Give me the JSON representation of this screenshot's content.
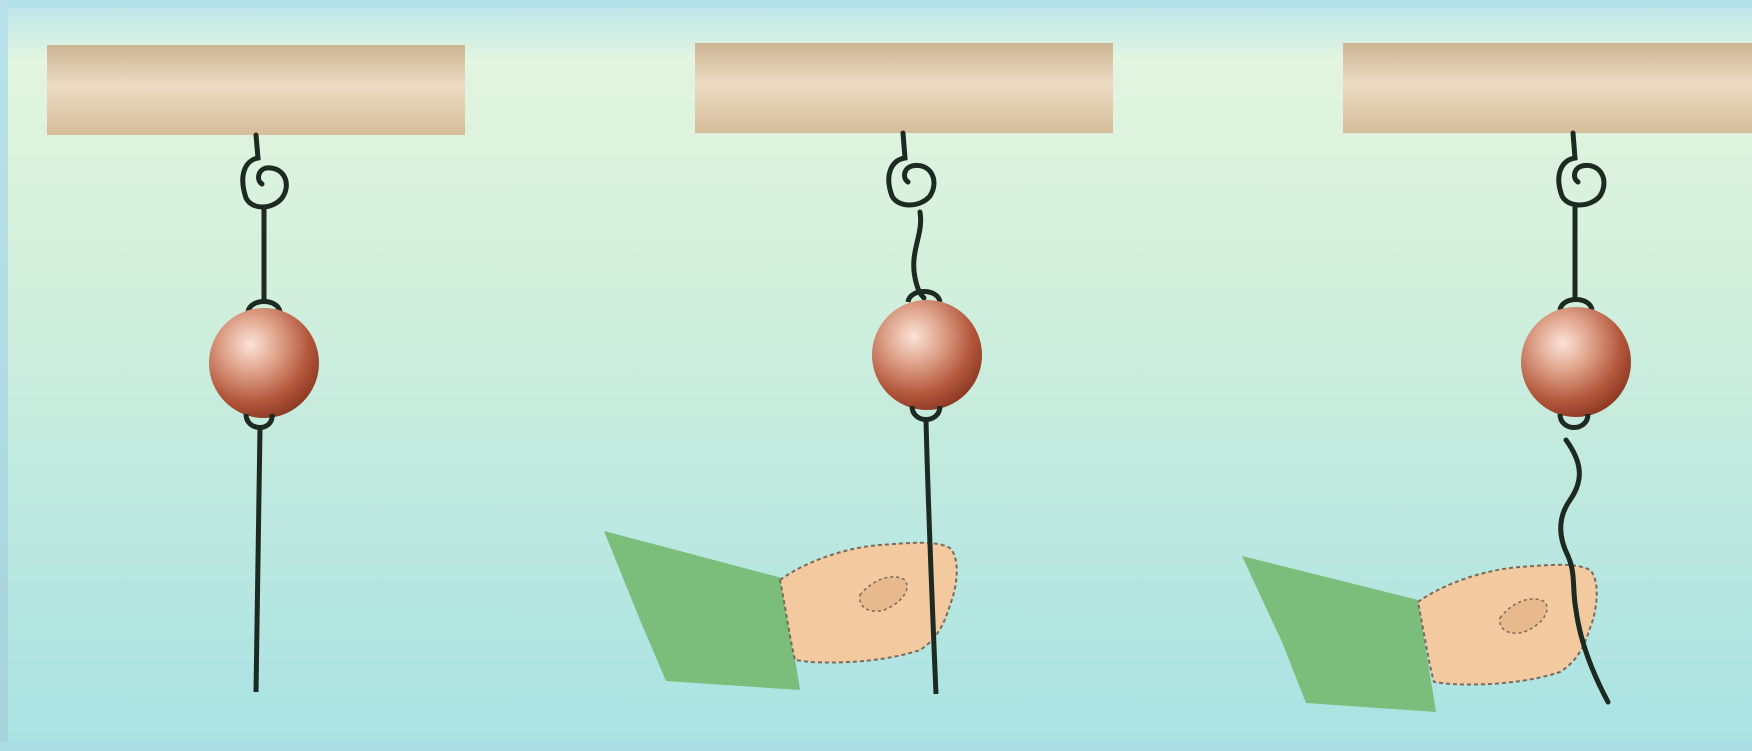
{
  "diagram": {
    "panels": [
      {
        "id": "panel-1",
        "hand": false,
        "lower_string": "taut"
      },
      {
        "id": "panel-2",
        "hand": true,
        "lower_string": "taut"
      },
      {
        "id": "panel-3",
        "hand": true,
        "lower_string": "wavy"
      }
    ],
    "colors": {
      "ceiling": "#d9c3a2",
      "ball": "#c06a4e",
      "string": "#1d2a22",
      "sleeve": "#7bbd7b",
      "hand": "#f3c9a0"
    }
  }
}
